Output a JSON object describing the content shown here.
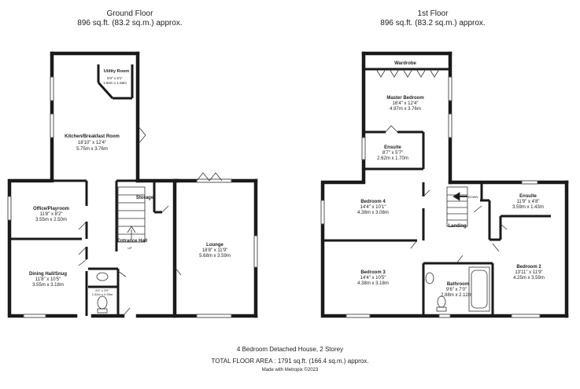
{
  "floors": {
    "ground": {
      "title": "Ground Floor",
      "area": "896 sq.ft. (83.2 sq.m.) approx.",
      "rooms": {
        "utility": {
          "name": "Utility Room",
          "dim_imperial": "6'0\" x 5'1\"",
          "dim_metric": "1.82m x 1.56m"
        },
        "kitchen": {
          "name": "Kitchen/Breakfast Room",
          "dim_imperial": "18'10\" x 12'4\"",
          "dim_metric": "5.75m x 3.76m"
        },
        "office": {
          "name": "Office/Playroom",
          "dim_imperial": "11'8\" x 8'2\"",
          "dim_metric": "3.55m x 2.50m"
        },
        "dining": {
          "name": "Dining Hall/Snug",
          "dim_imperial": "11'8\" x 10'5\"",
          "dim_metric": "3.55m x 3.18m"
        },
        "lounge": {
          "name": "Lounge",
          "dim_imperial": "18'8\" x 11'9\"",
          "dim_metric": "5.68m x 3.59m"
        },
        "wc": {
          "dim_imperial": "5'0\" x 3'0\"",
          "dim_metric": "1.52m x 0.93m"
        }
      },
      "labels": {
        "storage": "Storage",
        "entrance": "Entrance Hall",
        "stair": "UP"
      }
    },
    "first": {
      "title": "1st Floor",
      "area": "896 sq.ft. (83.2 sq.m.) approx.",
      "rooms": {
        "master": {
          "name": "Master Bedroom",
          "dim_imperial": "16'4\" x 12'4\"",
          "dim_metric": "4.97m x 3.76m"
        },
        "ensuite1": {
          "name": "Ensuite",
          "dim_imperial": "8'7\" x 5'7\"",
          "dim_metric": "2.62m x 1.70m"
        },
        "bed4": {
          "name": "Bedroom 4",
          "dim_imperial": "14'4\" x 10'1\"",
          "dim_metric": "4.38m x 3.08m"
        },
        "bed3": {
          "name": "Bedroom 3",
          "dim_imperial": "14'4\" x 10'5\"",
          "dim_metric": "4.38m x 3.18m"
        },
        "ensuite2": {
          "name": "Ensuite",
          "dim_imperial": "11'9\" x 4'8\"",
          "dim_metric": "3.59m x 1.43m"
        },
        "bed2": {
          "name": "Bedroom 2",
          "dim_imperial": "13'11\" x 11'9\"",
          "dim_metric": "4.25m x 3.59m"
        },
        "bathroom": {
          "name": "Bathroom",
          "dim_imperial": "9'6\" x 7'0\"",
          "dim_metric": "2.88m x 2.12m"
        }
      },
      "labels": {
        "wardrobe": "Wardrobe",
        "landing": "Landing",
        "stair": "DOWN"
      }
    }
  },
  "footer": {
    "description": "4 Bedroom Detached House, 2 Storey",
    "total_area": "TOTAL FLOOR AREA : 1791 sq.ft. (166.4 sq.m.) approx.",
    "credit": "Made with Metropix ©2023"
  }
}
